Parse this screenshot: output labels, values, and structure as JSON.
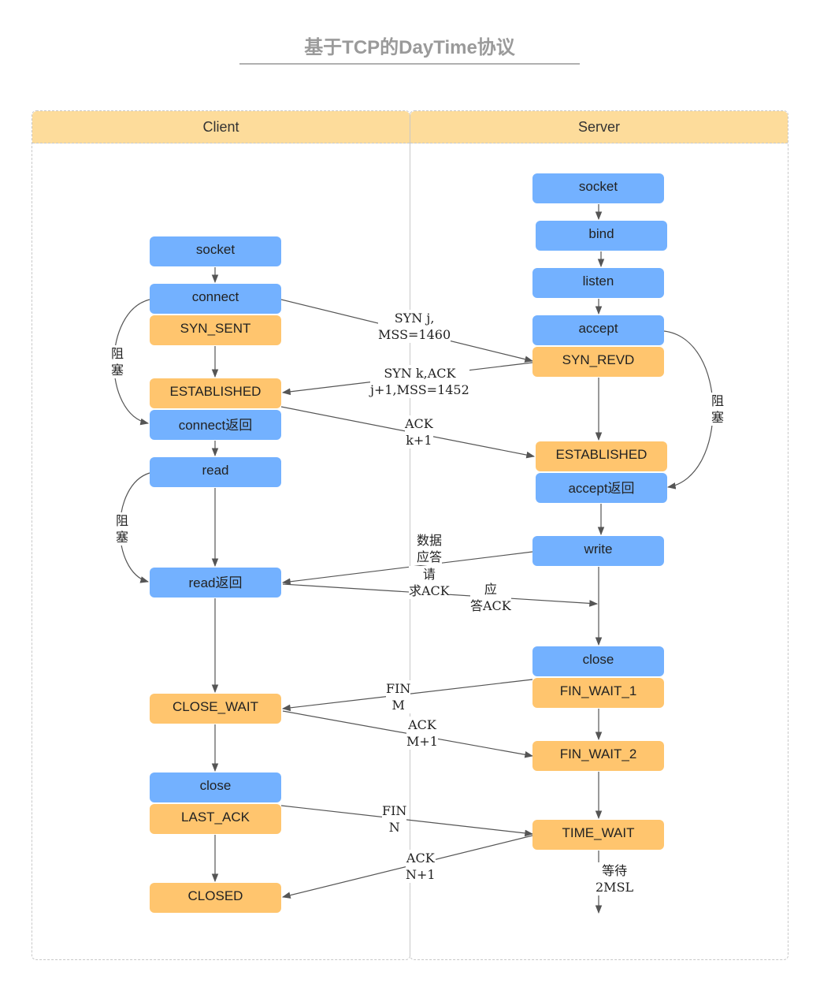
{
  "title": "基于TCP的DayTime协议",
  "lanes": {
    "client": "Client",
    "server": "Server"
  },
  "client_nodes": {
    "socket": "socket",
    "connect": "connect",
    "syn_sent": "SYN_SENT",
    "established": "ESTABLISHED",
    "connect_return": "connect返回",
    "read": "read",
    "read_return": "read返回",
    "close_wait": "CLOSE_WAIT",
    "close": "close",
    "last_ack": "LAST_ACK",
    "closed": "CLOSED"
  },
  "server_nodes": {
    "socket": "socket",
    "bind": "bind",
    "listen": "listen",
    "accept": "accept",
    "syn_revd": "SYN_REVD",
    "established": "ESTABLISHED",
    "accept_return": "accept返回",
    "write": "write",
    "close": "close",
    "fin_wait_1": "FIN_WAIT_1",
    "fin_wait_2": "FIN_WAIT_2",
    "time_wait": "TIME_WAIT"
  },
  "labels": {
    "block_char1": "阻",
    "block_char2": "塞",
    "syn1_line1": "SYN j,",
    "syn1_line2": "MSS=1460",
    "syn2_line1": "SYN k,ACK",
    "syn2_line2": "j+1,MSS=1452",
    "ack1_line1": "ACK",
    "ack1_line2": "k+1",
    "data_line1": "数据",
    "data_line2": "应答",
    "req_line1": "请",
    "req_line2": "求ACK",
    "resp_line1": "应",
    "resp_line2": "答ACK",
    "fin_m_line1": "FIN",
    "fin_m_line2": "M",
    "ack_m_line1": "ACK",
    "ack_m_line2": "M+1",
    "fin_n_line1": "FIN",
    "fin_n_line2": "N",
    "ack_n_line1": "ACK",
    "ack_n_line2": "N+1",
    "wait_line1": "等待",
    "wait_line2": "2MSL"
  },
  "colors": {
    "function_node": "#73b1ff",
    "state_node": "#ffc56e",
    "lane_header": "#fddc9b",
    "title": "#9a9a9a",
    "arrow": "#555555"
  }
}
